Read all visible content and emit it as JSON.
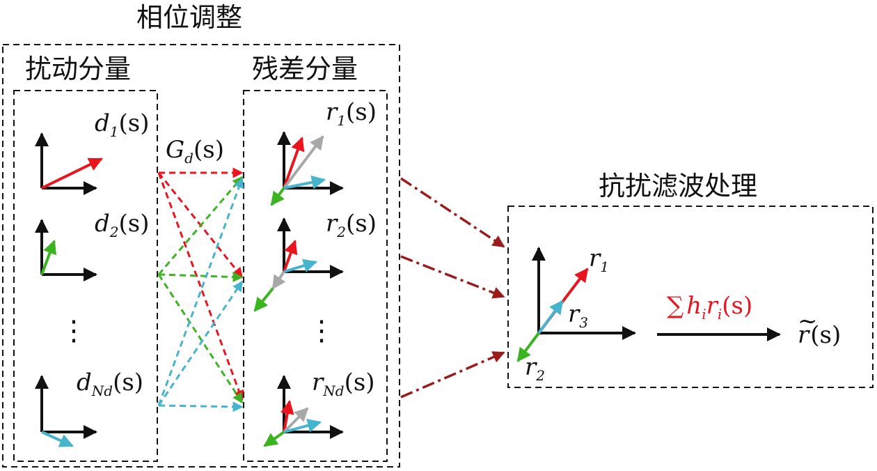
{
  "titles": {
    "phase_adjust": "相位调整",
    "disturbance_components": "扰动分量",
    "residual_components": "残差分量",
    "anti_disturbance_filter": "抗扰滤波处理"
  },
  "labels": {
    "d1": {
      "base": "d",
      "sub": "1",
      "arg": "(s)"
    },
    "d2": {
      "base": "d",
      "sub": "2",
      "arg": "(s)"
    },
    "dNd": {
      "base": "d",
      "sub": "Nd",
      "arg": "(s)"
    },
    "Gd": {
      "base": "G",
      "sub": "d",
      "arg": "(s)"
    },
    "r1s": {
      "base": "r",
      "sub": "1",
      "arg": "(s)"
    },
    "r2s": {
      "base": "r",
      "sub": "2",
      "arg": "(s)"
    },
    "rNds": {
      "base": "r",
      "sub": "Nd",
      "arg": "(s)"
    },
    "r1": {
      "base": "r",
      "sub": "1"
    },
    "r2": {
      "base": "r",
      "sub": "2"
    },
    "r3": {
      "base": "r",
      "sub": "3"
    },
    "sum": {
      "sigma": "∑",
      "h": "h",
      "hsub": "i",
      "r": "r",
      "rsub": "i",
      "arg": "(s)"
    },
    "output": {
      "base": "r",
      "tilde": "~",
      "arg": "(s)"
    },
    "ellipsis": "⋮"
  },
  "colors": {
    "red": "#e8141e",
    "green": "#3cb422",
    "cyan": "#46b4cc",
    "gray": "#a8a8a8",
    "darkred": "#9a1c1c",
    "black": "#111111"
  }
}
